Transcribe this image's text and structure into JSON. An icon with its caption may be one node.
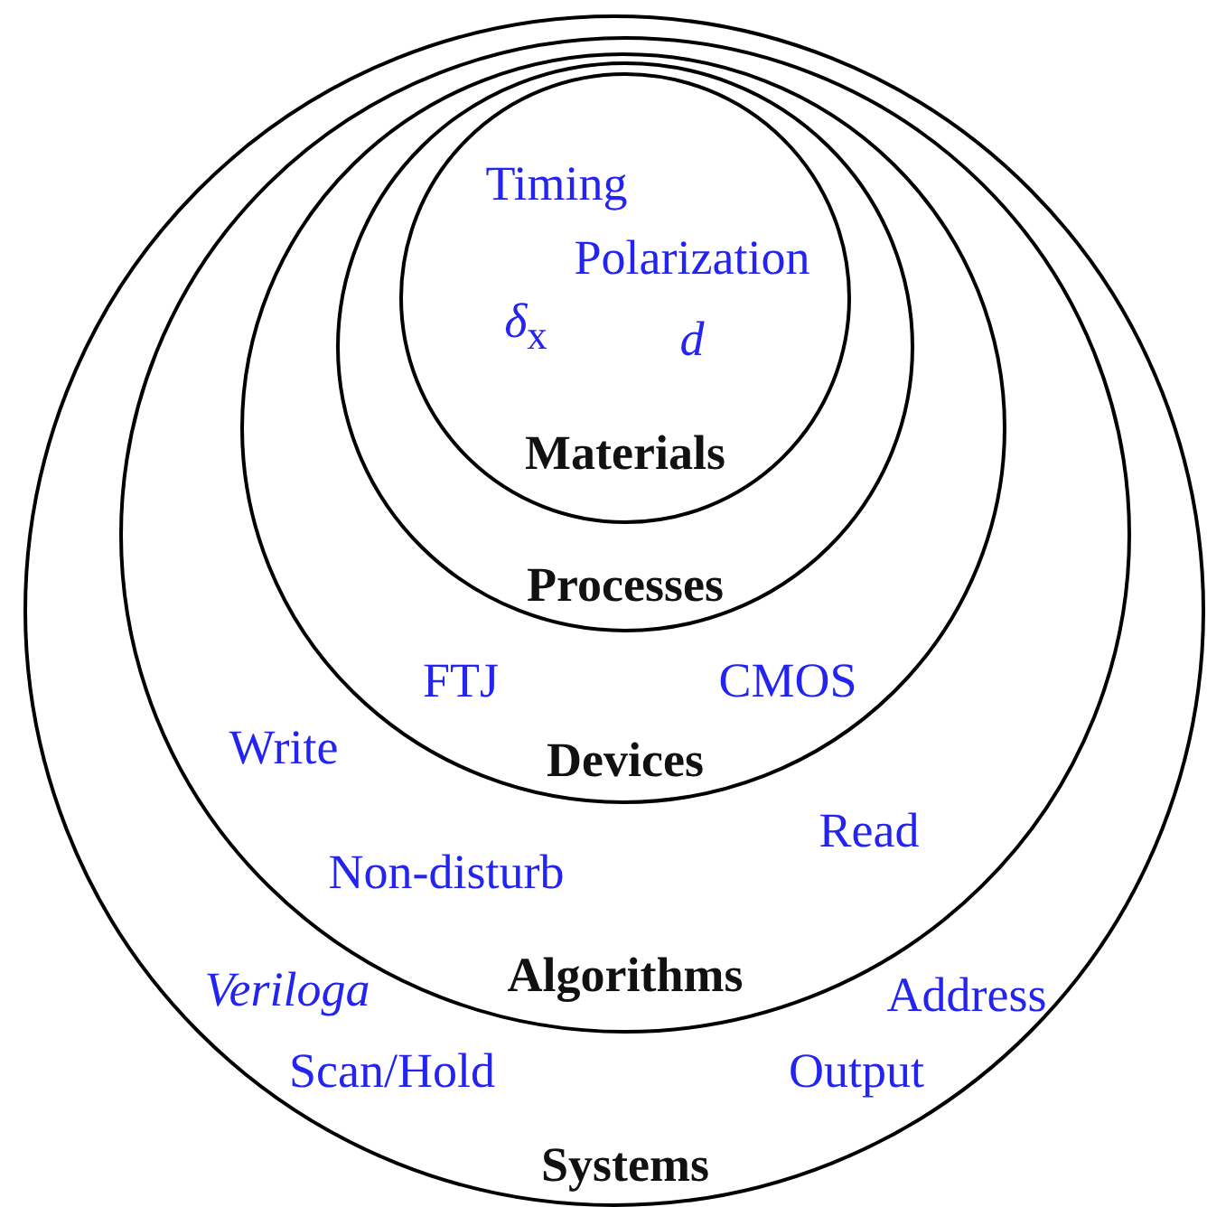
{
  "diagram": {
    "nodes": [
      {
        "text": [
          "*Veriloga*",
          "Scan/Hold",
          "Address",
          "Output",
          "Systems"
        ]
      },
      {
        "text": [
          "Write",
          "Non-disturb",
          "Read",
          "Algorithms"
        ],
        "in": 0
      },
      {
        "text": [
          "FTJ",
          "CMOS",
          "Devices"
        ],
        "in": 1
      },
      {
        "text": [
          "Processes"
        ],
        "in": 2
      },
      {
        "text": [
          "Timing",
          "Polarization",
          "*δ*$_{x}$",
          "*d*",
          "Materials"
        ],
        "in": 3
      }
    ]
  }
}
